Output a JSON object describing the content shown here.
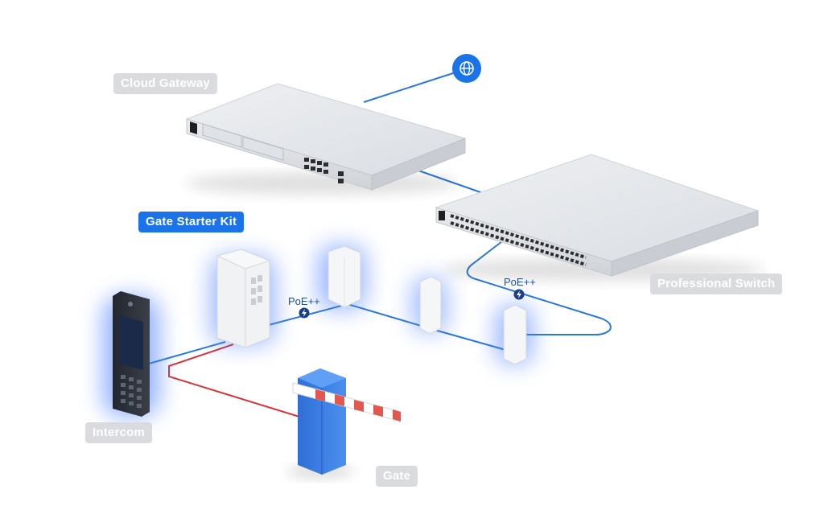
{
  "labels": {
    "cloud_gateway": "Cloud Gateway",
    "gate_starter_kit": "Gate Starter Kit",
    "professional_switch": "Professional Switch",
    "intercom": "Intercom",
    "gate": "Gate"
  },
  "poe_labels": [
    "PoE++",
    "PoE++"
  ],
  "colors": {
    "accent": "#1a73e8",
    "network_link": "#2a78dc",
    "gate_control_link": "#d6343a",
    "tag_background": "#d9dbde",
    "device_body": "#e6e8ec",
    "glow": "#4a7dff"
  },
  "icons": {
    "internet": "globe-icon",
    "power": "lightning-icon"
  }
}
